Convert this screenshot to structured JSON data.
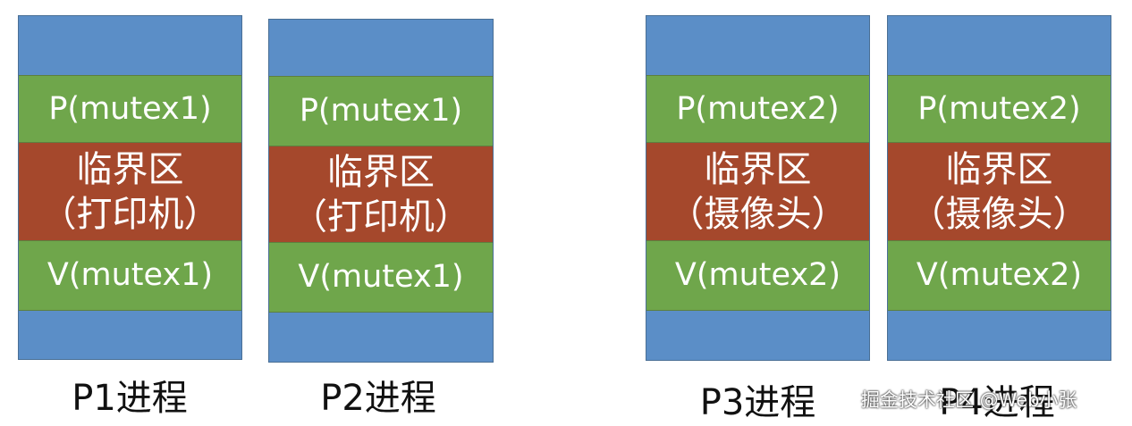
{
  "processes": [
    {
      "label": "P1进程",
      "p_op": "P(mutex1)",
      "cs_line1": "临界区",
      "cs_line2": "（打印机）",
      "v_op": "V(mutex1)"
    },
    {
      "label": "P2进程",
      "p_op": "P(mutex1)",
      "cs_line1": "临界区",
      "cs_line2": "（打印机）",
      "v_op": "V(mutex1)"
    },
    {
      "label": "P3进程",
      "p_op": "P(mutex2)",
      "cs_line1": "临界区",
      "cs_line2": "（摄像头）",
      "v_op": "V(mutex2)"
    },
    {
      "label": "P4进程",
      "p_op": "P(mutex2)",
      "cs_line1": "临界区",
      "cs_line2": "（摄像头）",
      "v_op": "V(mutex2)"
    }
  ],
  "colors": {
    "entry_exit": "#5b8ec7",
    "pv_op": "#6fa64b",
    "critical_section": "#a5482c"
  },
  "watermark": "掘金技术社区 @Web小张"
}
